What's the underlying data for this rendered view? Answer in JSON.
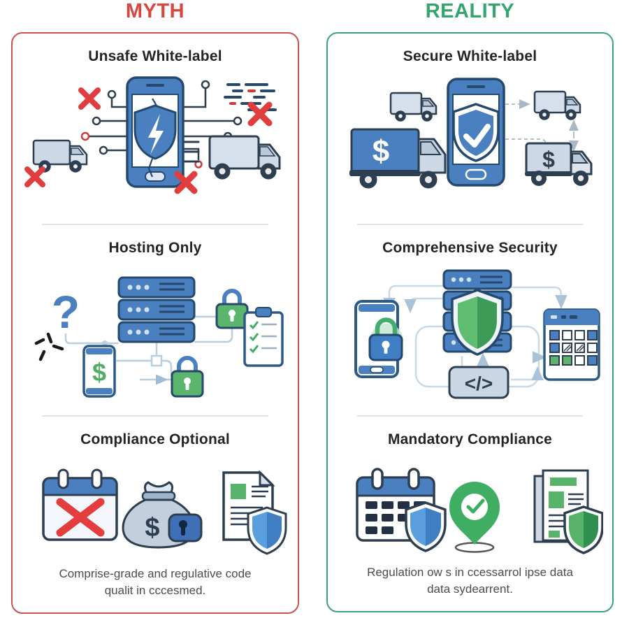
{
  "myth": {
    "header": "MYTH",
    "accent_color": "#d9453f",
    "border_color": "#c9534e",
    "sections": [
      {
        "title": "Unsafe White-label",
        "illustration": "cracked-shield-phone-circuit-trucks-red-crosses"
      },
      {
        "title": "Hosting Only",
        "illustration": "question-mark-servers-padlocks-clipboard-dollar-phone"
      },
      {
        "title": "Compliance Optional",
        "illustration": "crossed-calendar-money-bag-shielded-document",
        "caption_lines": [
          "Comprise-grade and regulative code",
          "qualit in cccesmed."
        ]
      }
    ]
  },
  "reality": {
    "header": "REALITY",
    "accent_color": "#35a46f",
    "border_color": "#3aa477",
    "sections": [
      {
        "title": "Secure White-label",
        "illustration": "check-shield-phone-dollar-trucks-dashed-arrows"
      },
      {
        "title": "Comprehensive Security",
        "illustration": "servers-green-shield-locked-phone-code-calendar"
      },
      {
        "title": "Mandatory Compliance",
        "illustration": "shielded-calendar-check-pin-shielded-documents",
        "caption_lines": [
          "Regulation ow s in ccessarrol ipse data",
          "data sydearrent."
        ]
      }
    ]
  },
  "glyphs": {
    "dollar": "$",
    "question_mark": "?",
    "code": "</>"
  },
  "colors": {
    "illustration_blue": "#4a80bf",
    "illustration_dark_outline": "#24486e",
    "illustration_green": "#57b36a",
    "cross_red": "#e03e3e",
    "divider": "#e2e2e2",
    "title_text": "#242424",
    "caption_text": "#4c4c4c"
  }
}
